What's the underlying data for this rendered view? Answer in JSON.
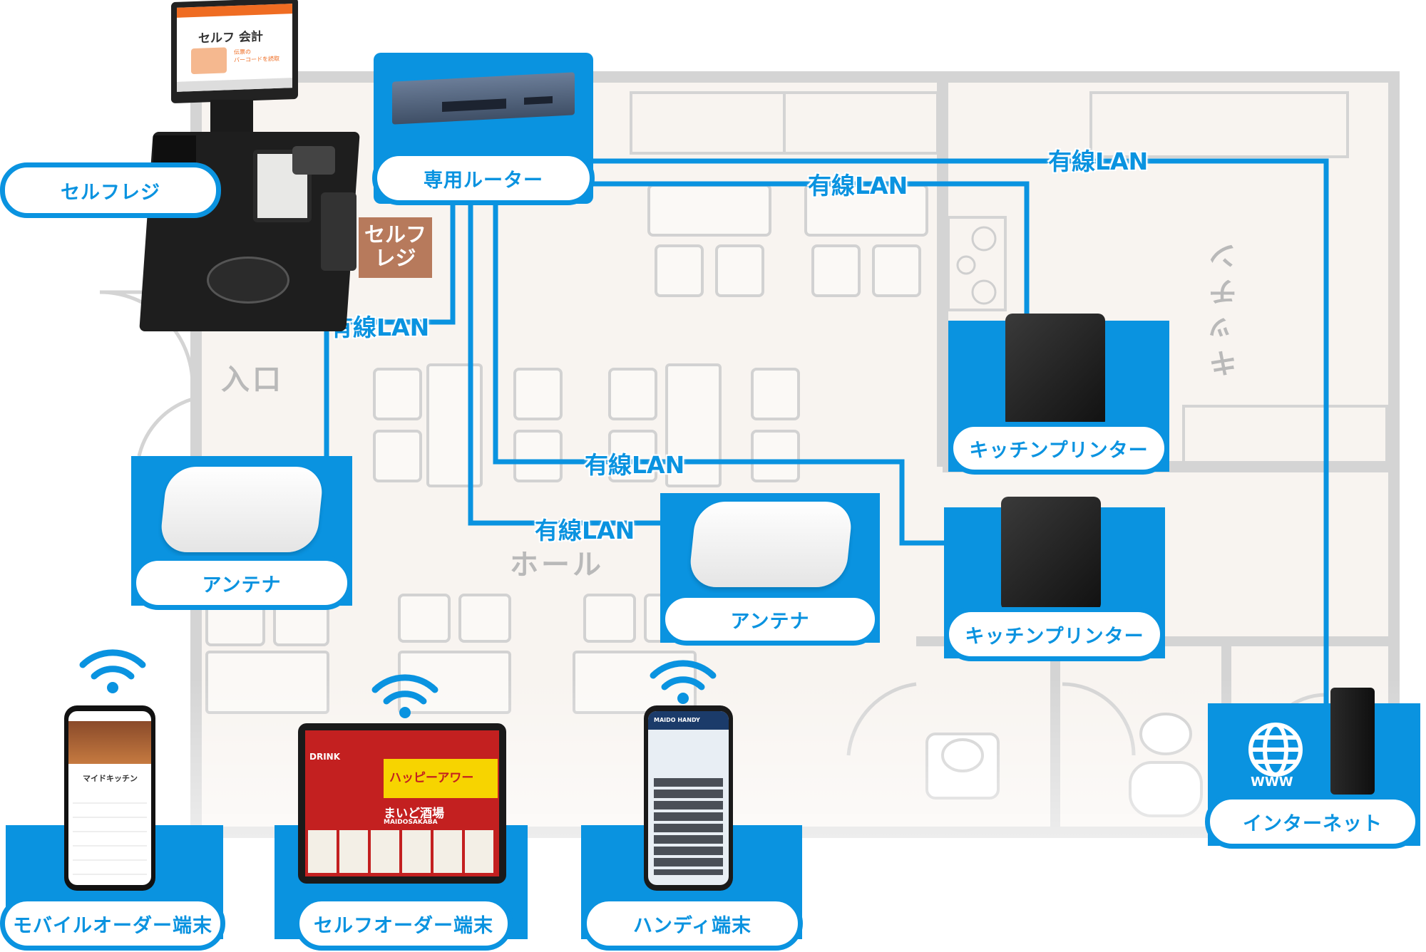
{
  "floor_labels": {
    "entrance": "入口",
    "hall": "ホール",
    "kitchen": "キッチン",
    "self_register_sign": "セルフ\nレジ"
  },
  "connections": {
    "lan_1": "有線LAN",
    "lan_2": "有線LAN",
    "lan_3": "有線LAN",
    "lan_4": "有線LAN",
    "lan_5": "有線LAN"
  },
  "devices": {
    "self_register": "セルフレジ",
    "router": "専用ルーター",
    "antenna_1": "アンテナ",
    "antenna_2": "アンテナ",
    "kitchen_printer_1": "キッチンプリンター",
    "kitchen_printer_2": "キッチンプリンター",
    "internet": "インターネット",
    "mobile_order": "モバイルオーダー端末",
    "self_order": "セルフオーダー端末",
    "handy": "ハンディ端末"
  },
  "screens": {
    "kiosk_title": "セルフ 会計",
    "kiosk_note": "伝票の\nバーコードを読取",
    "phone_brand": "マイドキッチン",
    "tablet_header": "DRINK",
    "tablet_promo": "ハッピーアワー",
    "tablet_shop": "まいど酒場",
    "tablet_shop_en": "MAIDOSAKABA",
    "handy_brand": "MAIDO HANDY",
    "www": "WWW"
  },
  "colors": {
    "accent": "#0a93e0",
    "floor": "#f8f4f0",
    "walls": "#d2d2d2",
    "sign": "#b77a5c"
  }
}
